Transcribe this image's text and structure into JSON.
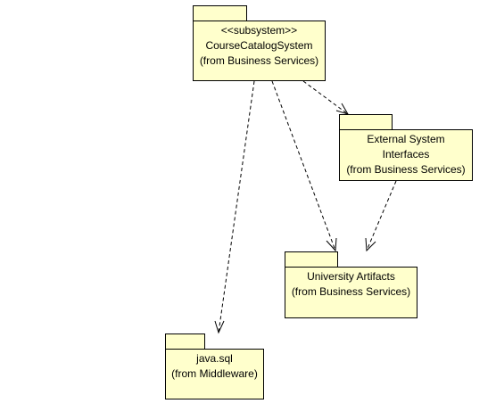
{
  "packages": {
    "course_catalog_system": {
      "stereotype": "<<subsystem>>",
      "name": "CourseCatalogSystem",
      "origin": "(from Business Services)"
    },
    "external_system_interfaces": {
      "name_line1": "External System",
      "name_line2": "Interfaces",
      "origin": "(from Business Services)"
    },
    "university_artifacts": {
      "name": "University Artifacts",
      "origin": "(from Business Services)"
    },
    "java_sql": {
      "name": "java.sql",
      "origin": "(from Middleware)"
    }
  },
  "dependencies": [
    {
      "from": "CourseCatalogSystem",
      "to": "External System Interfaces",
      "style": "dashed",
      "arrow": "open"
    },
    {
      "from": "CourseCatalogSystem",
      "to": "University Artifacts",
      "style": "dashed",
      "arrow": "open"
    },
    {
      "from": "CourseCatalogSystem",
      "to": "java.sql",
      "style": "dashed",
      "arrow": "open"
    },
    {
      "from": "External System Interfaces",
      "to": "University Artifacts",
      "style": "dashed",
      "arrow": "open"
    }
  ],
  "colors": {
    "package_fill": "#ffffcc",
    "outline": "#000000",
    "background": "#ffffff"
  }
}
